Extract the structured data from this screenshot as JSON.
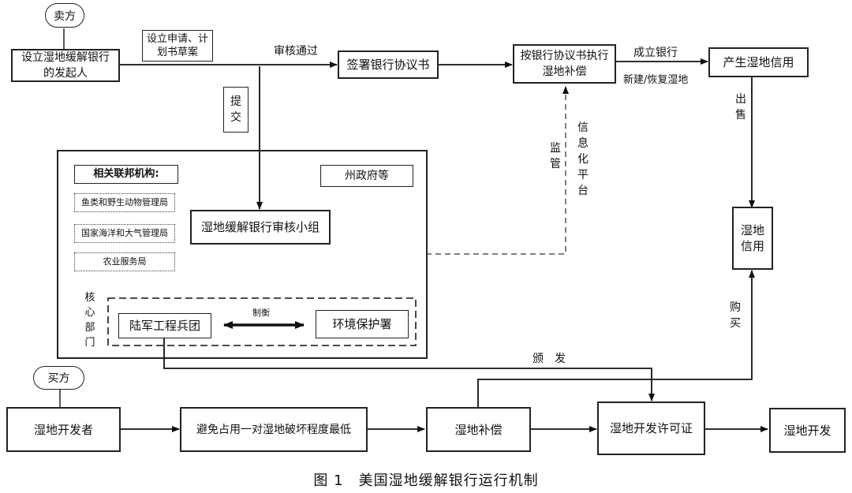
{
  "sellers": {
    "seller_tag": "卖方",
    "sponsor": "设立湿地缓解银行的发起人",
    "submit_apply": "设立申请、计划书草案",
    "approved": "审核通过",
    "sign_agreement": "签署银行协议书",
    "execute_compensation": "按银行协议书执行湿地补偿",
    "establish_bank": "成立银行",
    "new_restore": "新建/恢复湿地",
    "produce_credit": "产生湿地信用",
    "sell": "出售",
    "submit": "提交",
    "info_platform": "信息化平台",
    "supervise": "监管"
  },
  "agencies": {
    "federal_title": "相关联邦机构:",
    "federal_items": [
      "鱼类和野生动物管理局",
      "国家海洋和大气管理局",
      "农业服务局"
    ],
    "state_gov": "州政府等",
    "review_team": "湿地缓解银行审核小组",
    "core_label": "核心部门",
    "army_corps": "陆军工程兵团",
    "checks": "制衡",
    "epa": "环境保护署"
  },
  "buyers": {
    "buyer_tag": "买方",
    "developer": "湿地开发者",
    "avoid": "避免占用一对湿地破坏程度最低",
    "compensation": "湿地补偿",
    "permit": "湿地开发许可证",
    "development": "湿地开发",
    "issue": "颁　发",
    "wetland_credit": "湿地信用",
    "buy": "购买"
  },
  "caption": "图 1　美国湿地缓解银行运行机制"
}
